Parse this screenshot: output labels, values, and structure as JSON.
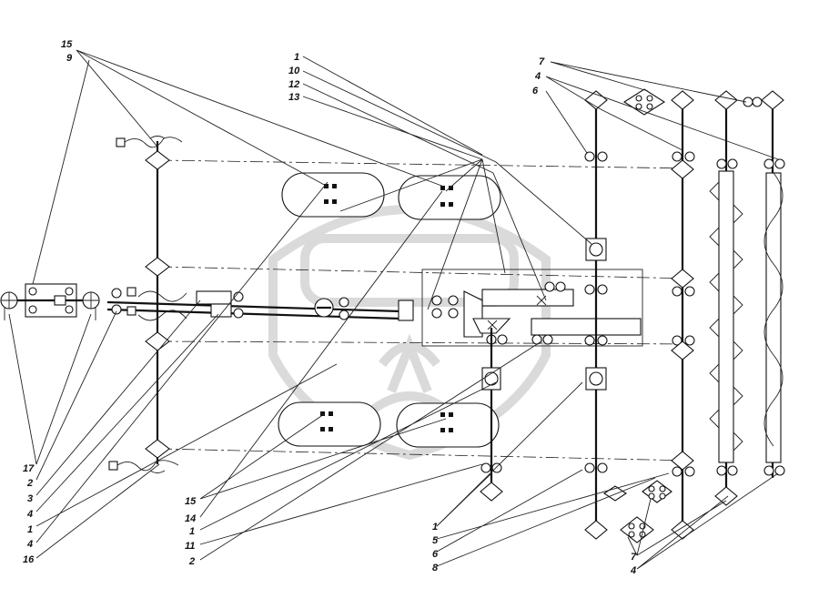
{
  "diagram": {
    "labels": {
      "l_15": "15",
      "l_9": "9",
      "t_1": "1",
      "t_10": "10",
      "t_12": "12",
      "t_13": "13",
      "r_7": "7",
      "r_4": "4",
      "r_6": "6",
      "lb_17": "17",
      "lb_2": "2",
      "lb_3": "3",
      "lb_4a": "4",
      "lb_1": "1",
      "lb_4b": "4",
      "lb_16": "16",
      "mb_15": "15",
      "mb_14": "14",
      "mb_1": "1",
      "mb_11": "11",
      "mb_2": "2",
      "cb_1": "1",
      "cb_5": "5",
      "cb_6": "6",
      "cb_8": "8",
      "rb_7": "7",
      "rb_4": "4"
    }
  }
}
